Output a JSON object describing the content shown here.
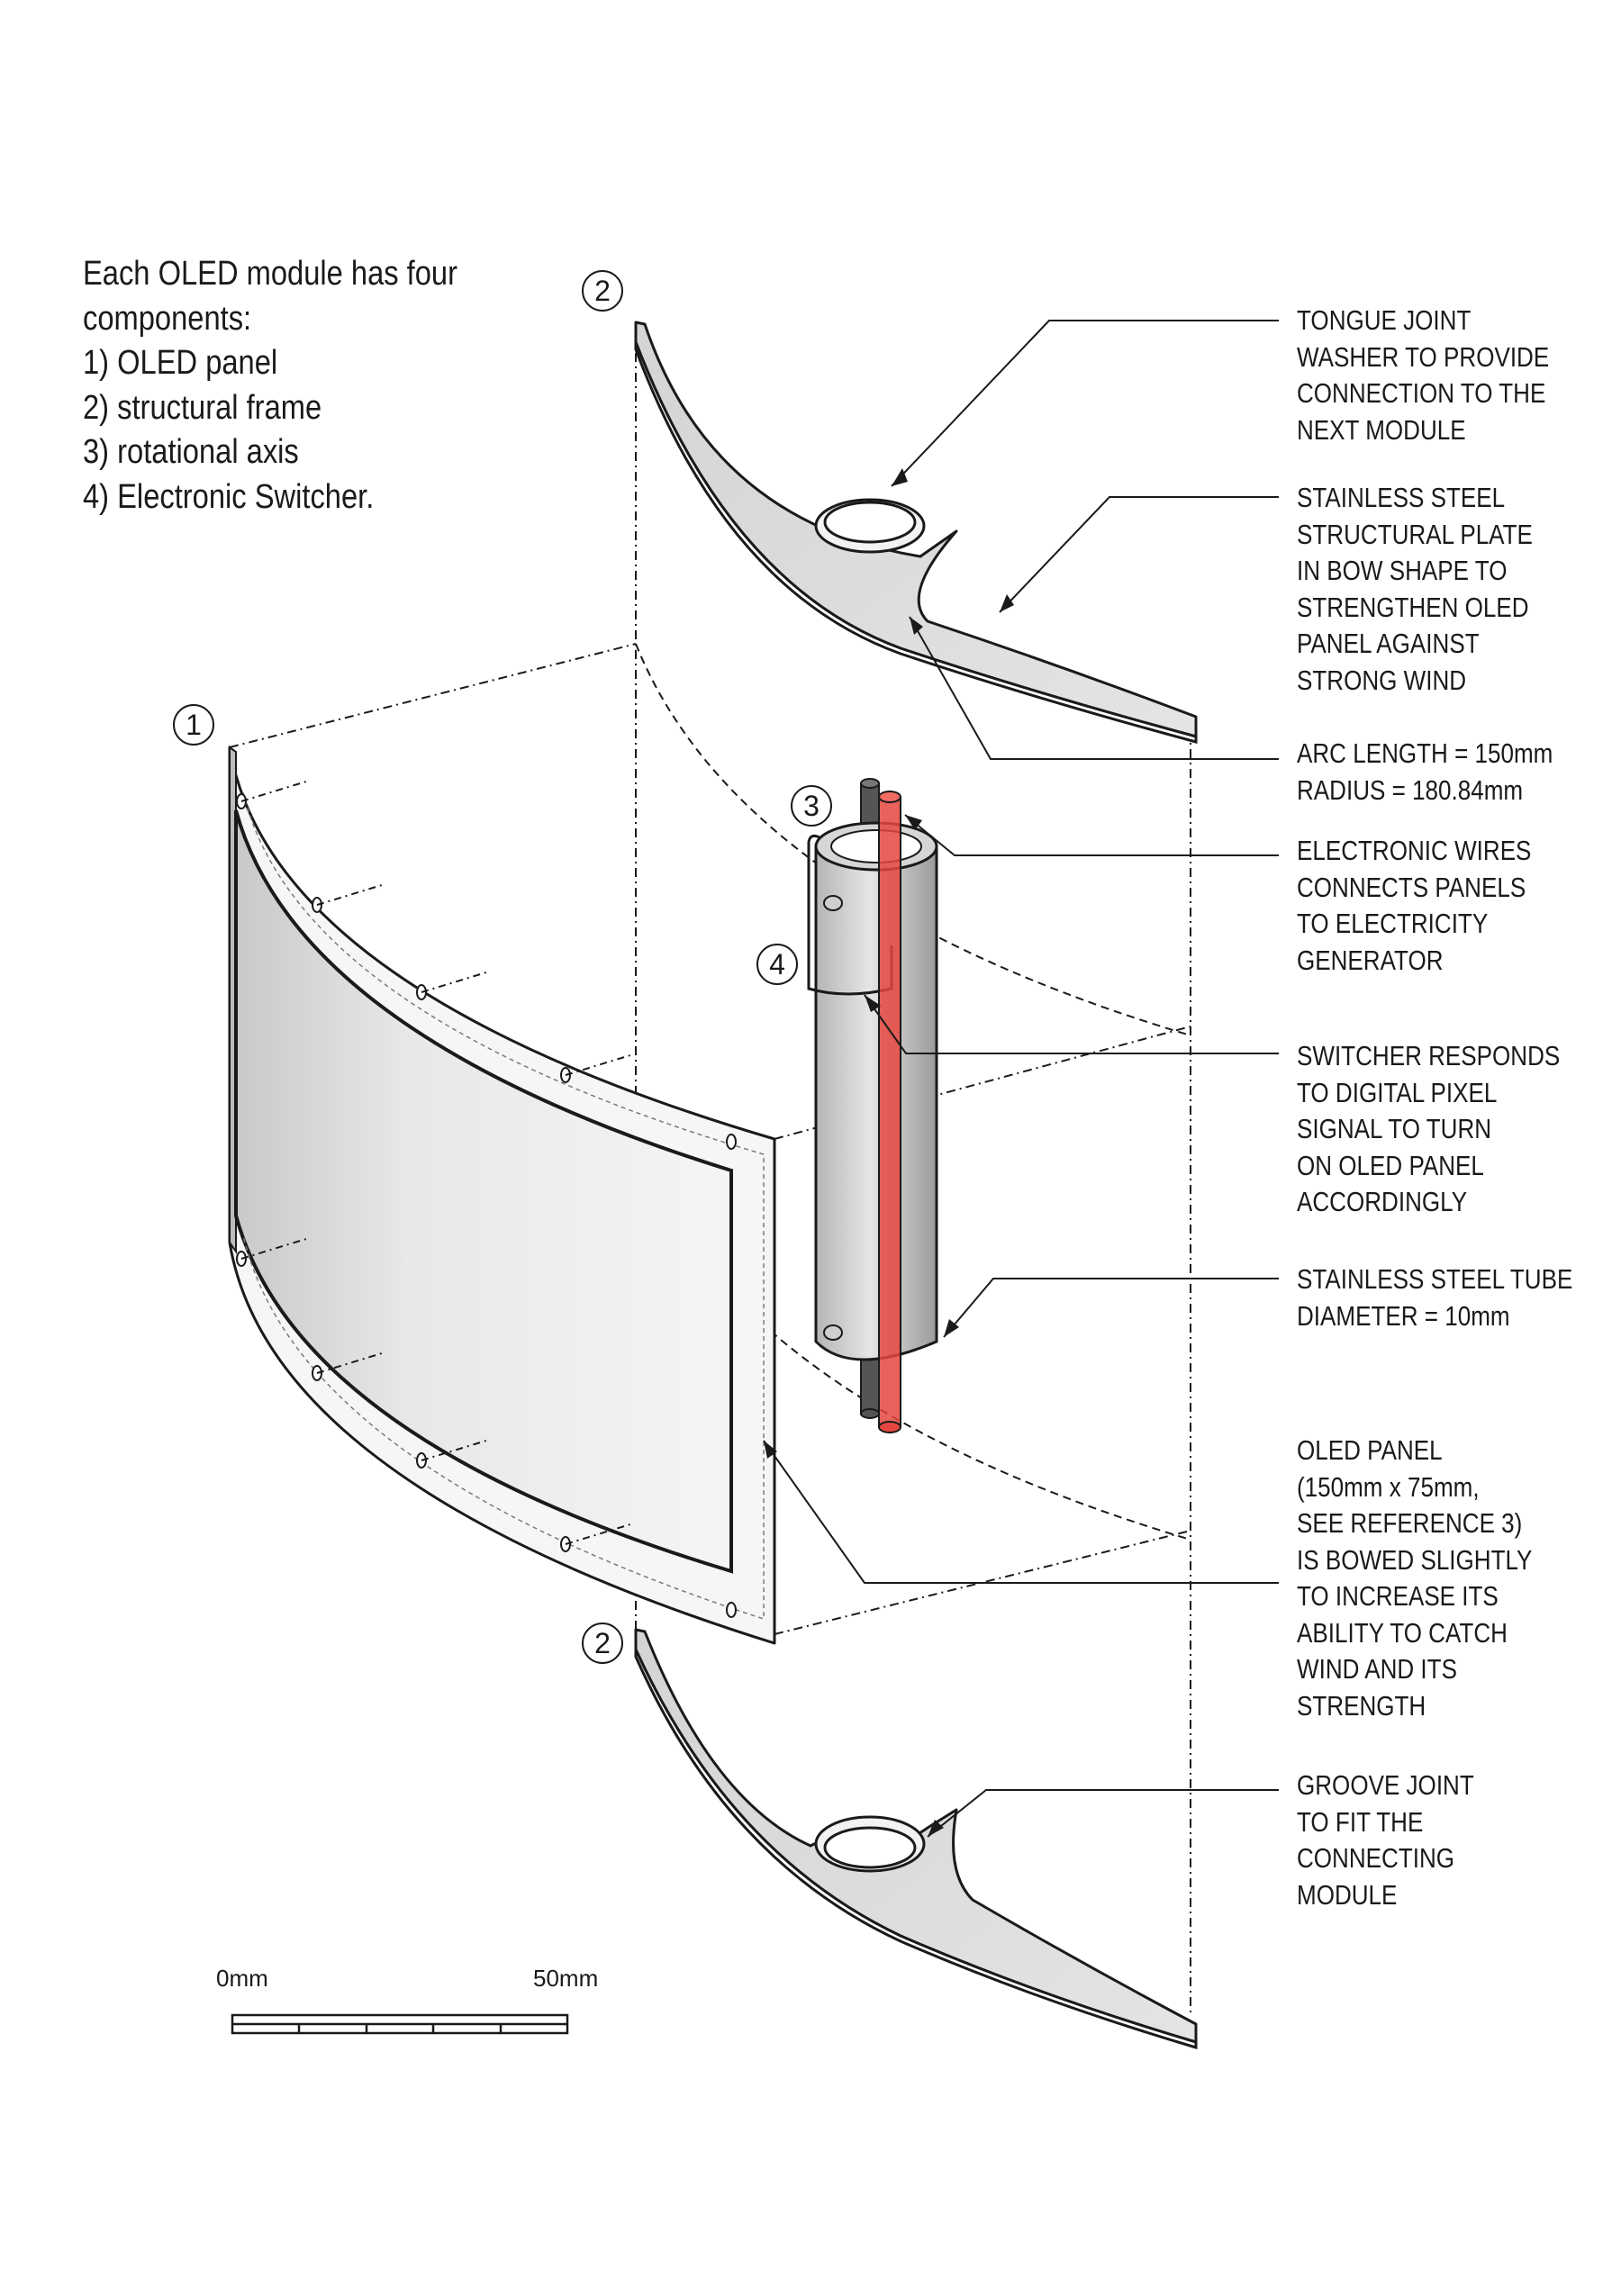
{
  "intro": {
    "lines": [
      "Each OLED module has four",
      "components:",
      "1) OLED panel",
      "2) structural frame",
      "3) rotational axis",
      "4) Electronic Switcher."
    ]
  },
  "callouts": [
    {
      "lines": [
        "TONGUE JOINT",
        "WASHER TO PROVIDE",
        "CONNECTION TO THE",
        "NEXT MODULE"
      ]
    },
    {
      "lines": [
        "STAINLESS STEEL",
        "STRUCTURAL PLATE",
        "IN BOW SHAPE TO",
        "STRENGTHEN OLED",
        "PANEL AGAINST",
        "STRONG WIND"
      ]
    },
    {
      "lines": [
        "ARC LENGTH = 150mm",
        "RADIUS = 180.84mm"
      ]
    },
    {
      "lines": [
        "ELECTRONIC WIRES",
        "CONNECTS PANELS",
        "TO ELECTRICITY",
        "GENERATOR"
      ]
    },
    {
      "lines": [
        "SWITCHER RESPONDS",
        "TO DIGITAL PIXEL",
        "SIGNAL TO TURN",
        "ON OLED PANEL",
        "ACCORDINGLY"
      ]
    },
    {
      "lines": [
        "STAINLESS STEEL TUBE",
        "DIAMETER = 10mm"
      ]
    },
    {
      "lines": [
        "OLED PANEL",
        "(150mm x 75mm,",
        "SEE REFERENCE 3)",
        "IS BOWED SLIGHTLY",
        "TO INCREASE ITS",
        "ABILITY TO CATCH",
        "WIND AND ITS",
        "STRENGTH"
      ]
    },
    {
      "lines": [
        "GROOVE JOINT",
        "TO FIT THE",
        "CONNECTING",
        "MODULE"
      ]
    }
  ],
  "markers": {
    "frame_top": "2",
    "panel": "1",
    "axis": "3",
    "switcher": "4",
    "frame_bottom": "2"
  },
  "scale_bar": {
    "start_label": "0mm",
    "end_label": "50mm"
  },
  "colors": {
    "line": "#1a1a1a",
    "plate_fill": "#d9d9d9",
    "tube_fill": "#c8c8c8",
    "wire_red": "#e5473f",
    "wire_dark": "#555555"
  }
}
